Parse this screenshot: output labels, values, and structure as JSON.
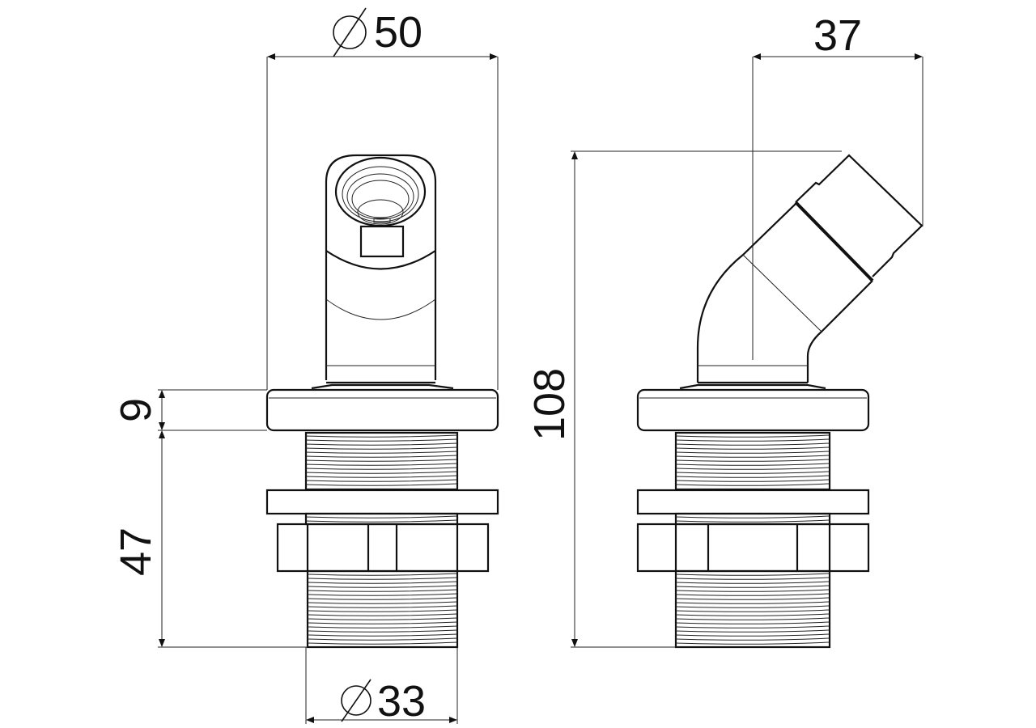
{
  "dimensions": {
    "flange_diameter": {
      "symbol": "⌀",
      "value": "50"
    },
    "outlet_offset": {
      "value": "37"
    },
    "total_height": {
      "value": "108"
    },
    "flange_thickness": {
      "value": "9"
    },
    "thread_length": {
      "value": "47"
    },
    "thread_diameter": {
      "symbol": "⌀",
      "value": "33"
    }
  },
  "colors": {
    "line": "#111111",
    "background": "#ffffff"
  }
}
